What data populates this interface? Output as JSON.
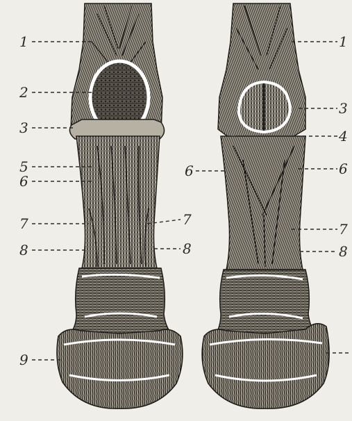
{
  "colors": {
    "paper": "#efeee8",
    "ink": "#262420",
    "mid": "#5f5b52",
    "light": "#ffffff"
  },
  "left_labels": [
    "1",
    "2",
    "3",
    "5",
    "6",
    "7",
    "7",
    "8",
    "8",
    "9"
  ],
  "right_labels": [
    "1",
    "3",
    "4",
    "6",
    "6",
    "7",
    "8"
  ]
}
